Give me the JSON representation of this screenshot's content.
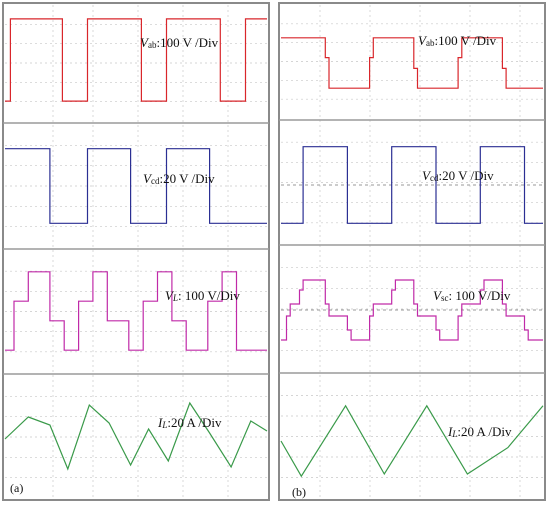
{
  "colors": {
    "vab": "#d9262b",
    "vcd": "#2b2f93",
    "vl": "#c02aa8",
    "il": "#3a9a4a"
  },
  "panels": [
    {
      "letter": "(a)"
    },
    {
      "letter": "(b)"
    }
  ],
  "chart_data": [
    {
      "type": "line",
      "panel": "(a)",
      "grid": "dashed",
      "x_units": "time divisions",
      "series": [
        {
          "key": "vab",
          "label_sym": "V",
          "label_sub": "ab",
          "label_rest": ":100 V /Div",
          "x": [
            0,
            0.3,
            0.3,
            3.2,
            3.2,
            4.6,
            4.6,
            7.6,
            7.6,
            9.0,
            9.0,
            12.0,
            12.0,
            13.4,
            13.4,
            14.6
          ],
          "y": [
            -1.4,
            -1.4,
            1.4,
            1.4,
            -1.4,
            -1.4,
            1.4,
            1.4,
            -1.4,
            -1.4,
            1.4,
            1.4,
            -1.4,
            -1.4,
            1.4,
            1.4
          ]
        },
        {
          "key": "vcd",
          "label_sym": "V",
          "label_sub": "cd",
          "label_rest": ":20 V /Div",
          "x": [
            0,
            2.5,
            2.5,
            4.6,
            4.6,
            7.0,
            7.0,
            9.0,
            9.0,
            11.4,
            11.4,
            14.6
          ],
          "y": [
            1.4,
            1.4,
            -1.4,
            -1.4,
            1.4,
            1.4,
            -1.4,
            -1.4,
            1.4,
            1.4,
            -1.4,
            -1.4
          ]
        },
        {
          "key": "vl",
          "label_sym": "V",
          "label_sub": "L",
          "label_rest": ": 100 V/Div",
          "x": [
            0,
            0.5,
            0.5,
            1.3,
            1.3,
            2.5,
            2.5,
            3.3,
            3.3,
            4.1,
            4.1,
            4.9,
            4.9,
            5.7,
            5.7,
            6.9,
            6.9,
            7.7,
            7.7,
            8.5,
            8.5,
            9.3,
            9.3,
            10.1,
            10.1,
            11.3,
            11.3,
            12.1,
            12.1,
            12.9,
            12.9,
            14.6
          ],
          "y": [
            -1.4,
            -1.4,
            0.35,
            0.35,
            1.4,
            1.4,
            -0.35,
            -0.35,
            -1.4,
            -1.4,
            0.35,
            0.35,
            1.4,
            1.4,
            -0.35,
            -0.35,
            -1.4,
            -1.4,
            0.35,
            0.35,
            1.4,
            1.4,
            -0.35,
            -0.35,
            -1.4,
            -1.4,
            0.35,
            0.35,
            1.4,
            1.4,
            -1.4,
            -1.4
          ]
        },
        {
          "key": "il",
          "label_sym": "I",
          "label_sub": "L",
          "label_rest": ":20 A /Div",
          "x": [
            0,
            1.3,
            2.5,
            3.5,
            4.7,
            5.8,
            7.0,
            8.0,
            9.1,
            10.3,
            11.4,
            12.6,
            13.7,
            14.6
          ],
          "y": [
            -0.3,
            0.8,
            0.4,
            -1.8,
            1.4,
            0.5,
            -1.6,
            0.2,
            -1.4,
            1.5,
            0.0,
            -1.7,
            0.6,
            0.1
          ]
        }
      ]
    },
    {
      "type": "line",
      "panel": "(b)",
      "grid": "dashed",
      "x_units": "time divisions",
      "series": [
        {
          "key": "vab",
          "label_sym": "V",
          "label_sub": "ab",
          "label_rest": ":100 V /Div",
          "x": [
            0,
            2.4,
            2.4,
            2.6,
            2.6,
            4.8,
            4.8,
            5.0,
            5.0,
            7.2,
            7.2,
            7.4,
            7.4,
            9.6,
            9.6,
            9.8,
            9.8,
            12.0,
            12.0,
            12.2,
            12.2,
            14.2
          ],
          "y": [
            1.4,
            1.4,
            0.3,
            0.3,
            -1.4,
            -1.4,
            0.3,
            0.3,
            1.4,
            1.4,
            -0.3,
            -0.3,
            -1.4,
            -1.4,
            0.3,
            0.3,
            1.4,
            1.4,
            -0.3,
            -0.3,
            -1.4,
            -1.4
          ]
        },
        {
          "key": "vcd",
          "label_sym": "V",
          "label_sub": "cd",
          "label_rest": ":20 V /Div",
          "x": [
            0,
            1.2,
            1.2,
            3.6,
            3.6,
            6.0,
            6.0,
            8.4,
            8.4,
            10.8,
            10.8,
            13.2,
            13.2,
            14.2
          ],
          "y": [
            -1.4,
            -1.4,
            1.4,
            1.4,
            -1.4,
            -1.4,
            1.4,
            1.4,
            -1.4,
            -1.4,
            1.4,
            1.4,
            -1.4,
            -1.4
          ]
        },
        {
          "key": "vl",
          "label_sym": "V",
          "label_sub": "sc",
          "label_rest": ": 100 V/Div",
          "x": [
            0,
            0.3,
            0.3,
            0.5,
            0.5,
            1.0,
            1.0,
            1.2,
            1.2,
            2.4,
            2.4,
            2.6,
            2.6,
            3.6,
            3.6,
            3.8,
            3.8,
            4.8,
            4.8,
            5.0,
            5.0,
            6.0,
            6.0,
            6.2,
            6.2,
            7.2,
            7.2,
            7.4,
            7.4,
            8.4,
            8.4,
            8.6,
            8.6,
            9.6,
            9.6,
            9.8,
            9.8,
            10.8,
            10.8,
            11.0,
            11.0,
            12.0,
            12.0,
            12.2,
            12.2,
            13.2,
            13.2,
            13.4,
            13.4,
            14.2
          ],
          "y": [
            -1.5,
            -1.5,
            -0.3,
            -0.3,
            0.3,
            0.3,
            1.0,
            1.0,
            1.5,
            1.5,
            0.3,
            0.3,
            -0.3,
            -0.3,
            -1.0,
            -1.0,
            -1.5,
            -1.5,
            -0.3,
            -0.3,
            0.3,
            0.3,
            1.0,
            1.0,
            1.5,
            1.5,
            0.3,
            0.3,
            -0.3,
            -0.3,
            -1.0,
            -1.0,
            -1.5,
            -1.5,
            -0.3,
            -0.3,
            0.3,
            0.3,
            1.0,
            1.0,
            1.5,
            1.5,
            0.3,
            0.3,
            -0.3,
            -0.3,
            -1.0,
            -1.0,
            -1.5,
            -1.5
          ]
        },
        {
          "key": "il",
          "label_sym": "I",
          "label_sub": "L",
          "label_rest": ":20 A /Div",
          "x": [
            0,
            1.1,
            3.5,
            5.6,
            7.9,
            10.1,
            12.3,
            14.2
          ],
          "y": [
            0.0,
            -1.6,
            1.6,
            -1.5,
            1.6,
            -1.5,
            -0.3,
            1.6
          ]
        }
      ]
    }
  ]
}
